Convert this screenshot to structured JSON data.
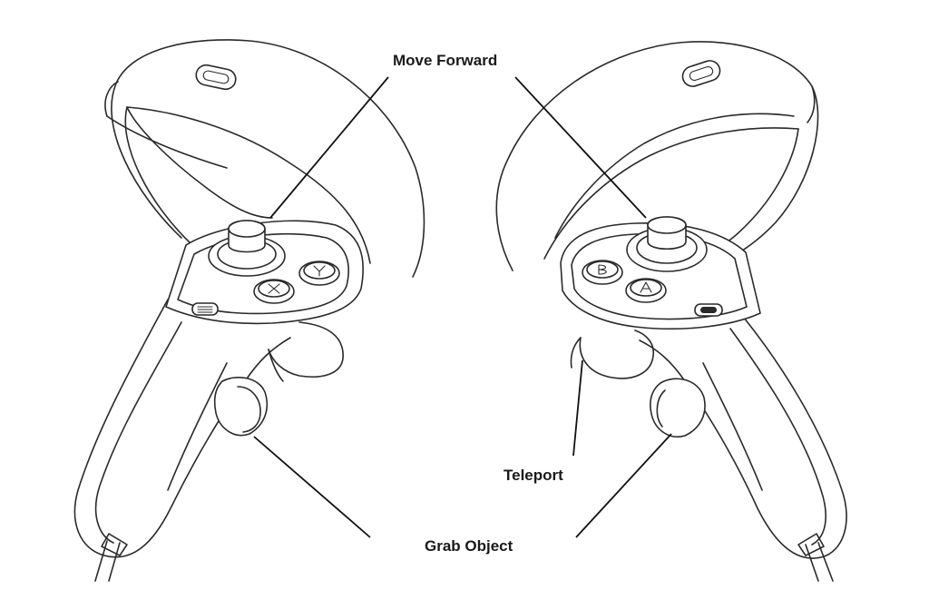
{
  "labels": {
    "move_forward": "Move Forward",
    "teleport": "Teleport",
    "grab_object": "Grab Object"
  },
  "colors": {
    "line": "#2a2a2a",
    "background": "#ffffff"
  },
  "icons": {
    "left_controller": "left-vr-controller-icon",
    "right_controller": "right-vr-controller-icon"
  }
}
